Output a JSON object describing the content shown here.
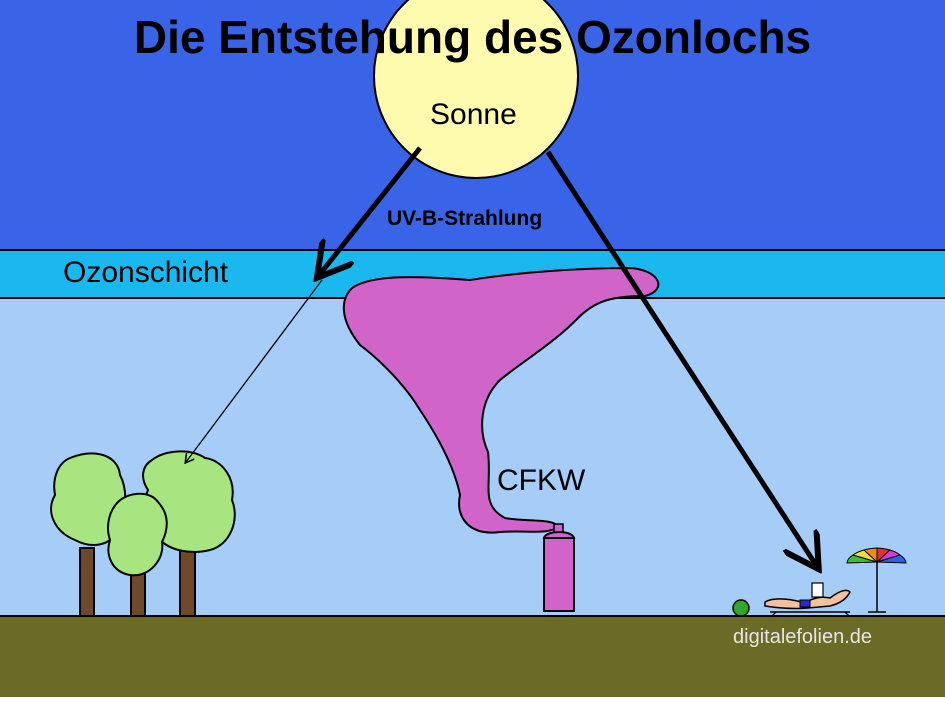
{
  "title": "Die Entstehung des Ozonlochs",
  "labels": {
    "sun": "Sonne",
    "uv": "UV-B-Strahlung",
    "ozone_layer": "Ozonschicht",
    "cfc": "CFKW",
    "credit": "digitalefolien.de"
  },
  "colors": {
    "sky_upper": "#3a64e8",
    "ozone_layer": "#1bb8ef",
    "sky_lower": "#a6cdf8",
    "ground": "#6b6b27",
    "sun": "#fefbae",
    "cloud": "#d064c8",
    "tree_canopy": "#a6e57f",
    "trunk": "#6e4a2a",
    "credit_text": "#e6e6e6"
  }
}
